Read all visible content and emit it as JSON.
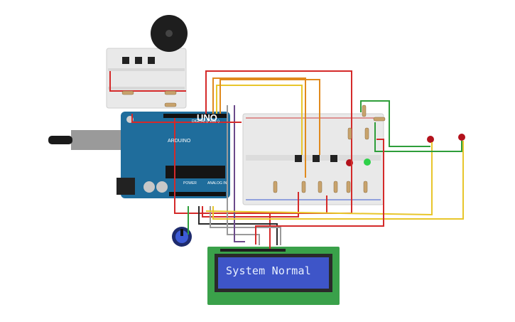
{
  "canvas": {
    "background": "#ffffff"
  },
  "arduino": {
    "model_label": "UNO",
    "brand_label": "ARDUINO",
    "digital_label": "DIGITAL (PWM~)",
    "power_label": "POWER",
    "analog_label": "ANALOG IN",
    "board_color": "#1f6d9c"
  },
  "lcd": {
    "text": "System Normal",
    "pcb_color": "#3aa14a",
    "screen_color": "#3e55c8"
  },
  "components": {
    "buzzer": "buzzer-icon",
    "potentiometer": "potentiometer-icon",
    "leds_external": [
      "red",
      "red"
    ],
    "led_colors": {
      "red": "#b3121c",
      "green": "#2fd14a"
    }
  },
  "wire_colors": {
    "red": "#d42a2a",
    "yellow": "#e8c62b",
    "orange": "#e08a1e",
    "green": "#2e9e3a",
    "black": "#2a2a2a",
    "gray": "#9a9a9a",
    "purple": "#6b4a8a"
  }
}
